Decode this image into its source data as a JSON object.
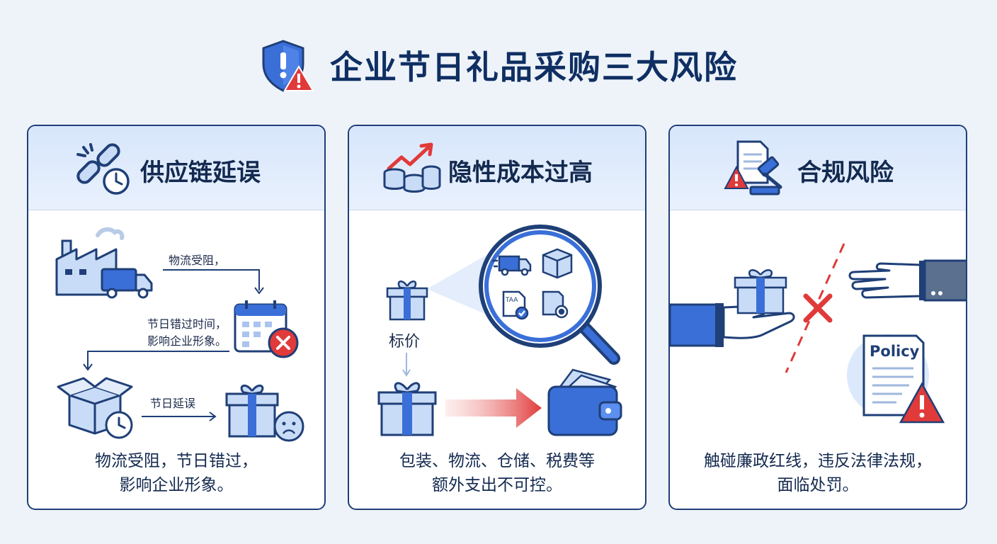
{
  "header": {
    "title": "企业节日礼品采购三大风险"
  },
  "panels": [
    {
      "title": "供应链延误",
      "labels": {
        "logistics": "物流受阻，",
        "missed_line1": "节日错过时间，",
        "missed_line2": "影响企业形象。",
        "delay": "节日延误"
      },
      "caption": [
        "物流受阻，节日错过，",
        "影响企业形象。"
      ]
    },
    {
      "title": "隐性成本过高",
      "labels": {
        "price": "标价",
        "doc": "TAA"
      },
      "caption": [
        "包装、物流、仓储、税费等",
        "额外支出不可控。"
      ]
    },
    {
      "title": "合规风险",
      "labels": {
        "policy": "Policy"
      },
      "caption": [
        "触碰廉政红线，违反法律法规，",
        "面临处罚。"
      ]
    }
  ],
  "colors": {
    "navy": "#1f3f77",
    "blue": "#3a6fd8",
    "light_blue": "#c9dcf7",
    "red": "#e03a3a"
  },
  "icons": [
    "shield-alert-icon",
    "broken-chain-icon",
    "clock-icon",
    "coins-arrow-icon",
    "document-gavel-icon",
    "factory-icon",
    "truck-icon",
    "calendar-x-icon",
    "box-icon",
    "gift-icon",
    "sad-face-icon",
    "magnifier-icon",
    "wallet-icon",
    "handshake-icon",
    "policy-doc-icon",
    "warning-icon"
  ]
}
